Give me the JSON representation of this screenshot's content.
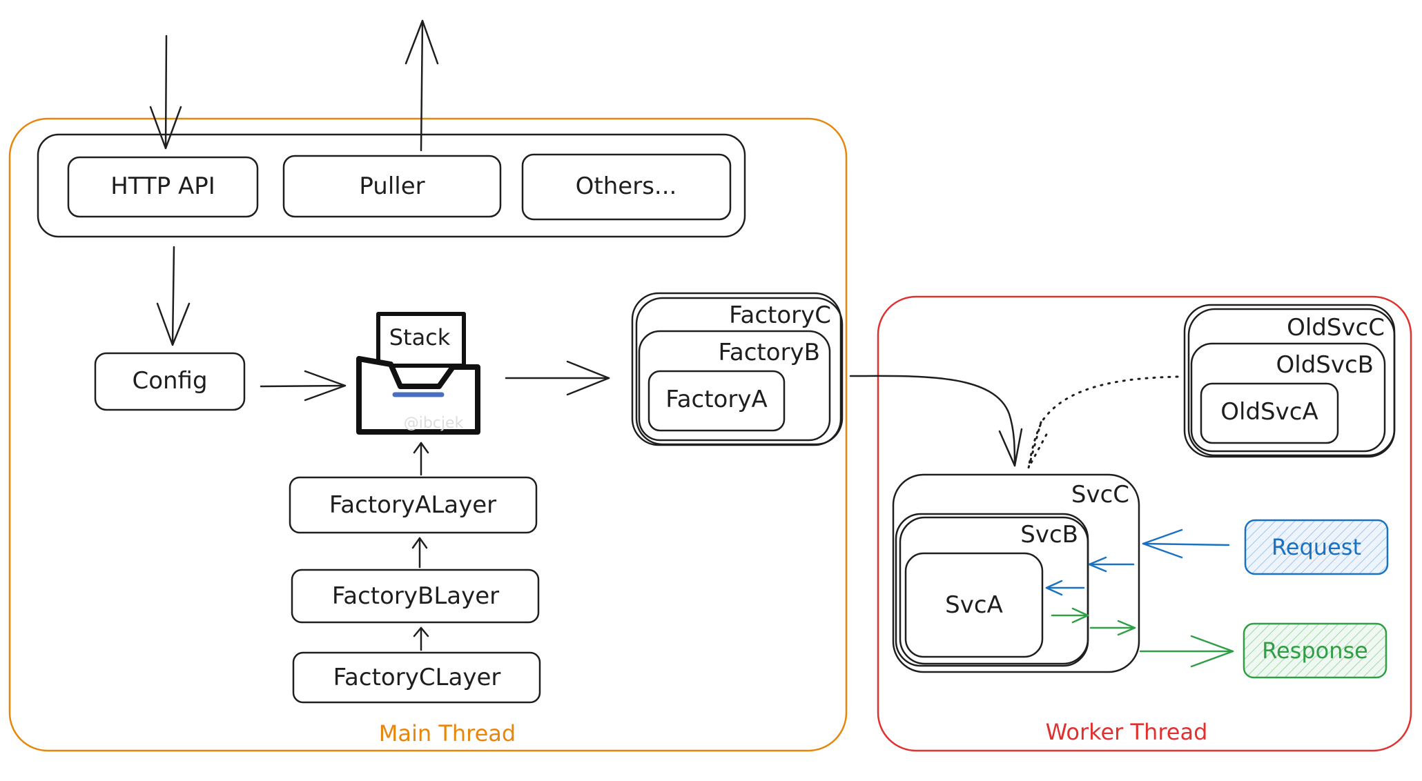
{
  "entry_services": {
    "http_api": "HTTP API",
    "puller": "Puller",
    "others": "Others..."
  },
  "config": "Config",
  "stack": {
    "label": "Stack",
    "watermark": "@ibcjek"
  },
  "layers": {
    "a": "FactoryALayer",
    "b": "FactoryBLayer",
    "c": "FactoryCLayer"
  },
  "factories": {
    "c": "FactoryC",
    "b": "FactoryB",
    "a": "FactoryA"
  },
  "old_services": {
    "c": "OldSvcC",
    "b": "OldSvcB",
    "a": "OldSvcA"
  },
  "services": {
    "c": "SvcC",
    "b": "SvcB",
    "a": "SvcA"
  },
  "messages": {
    "request": "Request",
    "response": "Response"
  },
  "threads": {
    "main": "Main Thread",
    "worker": "Worker Thread"
  },
  "colors": {
    "main_thread": "#e8860c",
    "worker_thread": "#e03131",
    "request": "#1971c2",
    "request_fill": "#e7f0fb",
    "response": "#2f9e44",
    "response_fill": "#ebf7ed",
    "stack_accent": "#4a6fbf"
  }
}
